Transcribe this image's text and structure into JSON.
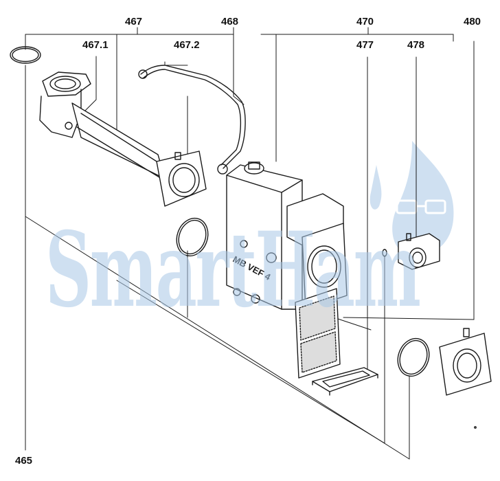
{
  "diagram": {
    "part_labels": {
      "p465": "465",
      "p467": "467",
      "p467_1": "467.1",
      "p467_2": "467.2",
      "p468": "468",
      "p470": "470",
      "p477": "477",
      "p478": "478",
      "p480": "480"
    },
    "valve_marking": "MB VEF 4",
    "watermark": "SmartHam",
    "colors": {
      "line": "#1a1a1a",
      "watermark": "#a9c8e6"
    }
  }
}
